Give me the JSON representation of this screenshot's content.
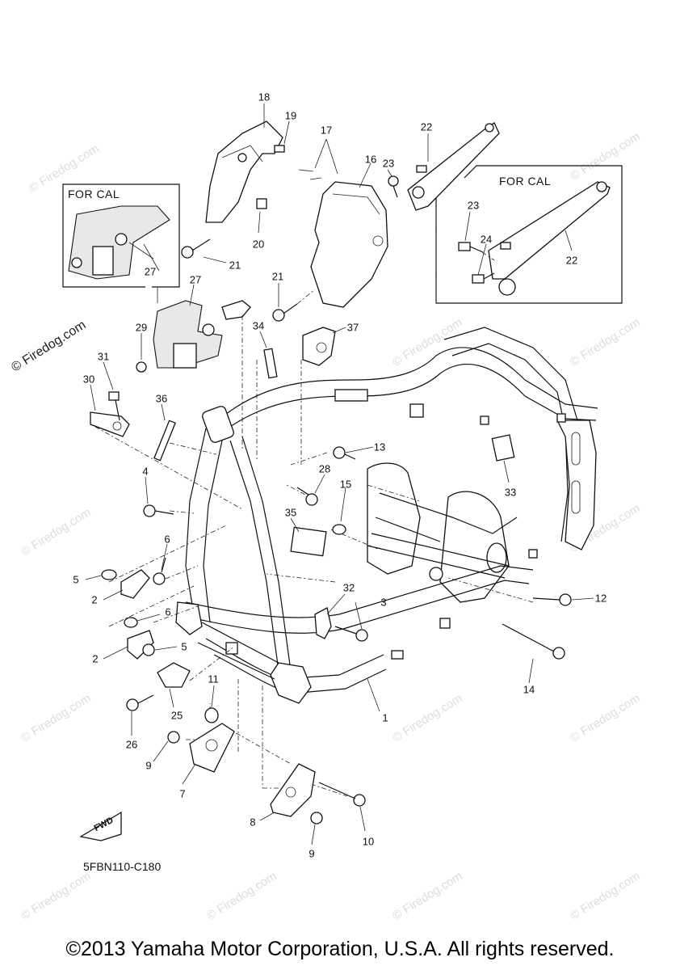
{
  "watermark": {
    "text": "© Firedog.com",
    "prominent_text": "© Firedog.com"
  },
  "insets": {
    "left_label": "FOR CAL",
    "right_label": "FOR CAL"
  },
  "callouts": {
    "c1": "1",
    "c2a": "2",
    "c2b": "2",
    "c3": "3",
    "c4": "4",
    "c5a": "5",
    "c5b": "5",
    "c6a": "6",
    "c6b": "6",
    "c7": "7",
    "c8": "8",
    "c9a": "9",
    "c9b": "9",
    "c10": "10",
    "c11": "11",
    "c12": "12",
    "c13": "13",
    "c14": "14",
    "c15": "15",
    "c16": "16",
    "c17": "17",
    "c18": "18",
    "c19": "19",
    "c20": "20",
    "c21a": "21",
    "c21b": "21",
    "c22a": "22",
    "c22b": "22",
    "c23a": "23",
    "c23b": "23",
    "c24": "24",
    "c25": "25",
    "c26": "26",
    "c27a": "27",
    "c27b": "27",
    "c28": "28",
    "c29": "29",
    "c30": "30",
    "c31": "31",
    "c32": "32",
    "c33": "33",
    "c34": "34",
    "c35": "35",
    "c36": "36",
    "c37": "37"
  },
  "fwd_badge": "FWD",
  "diagram_code": "5FBN110-C180",
  "footer": {
    "copyright": "©2013 Yamaha Motor Corporation, U.S.A. All rights reserved."
  }
}
